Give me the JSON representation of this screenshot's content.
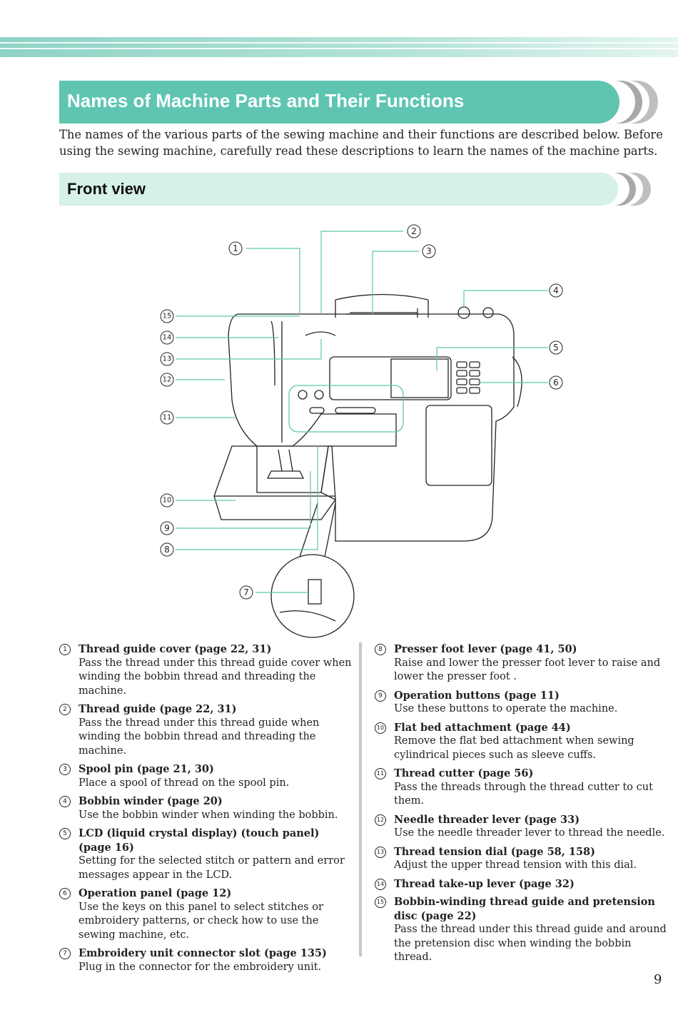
{
  "header": {
    "title": "Names of Machine Parts and Their Functions",
    "intro": "The names of the various parts of the sewing machine and their functions are described below. Before using the sewing machine, carefully read these descriptions to learn the names of the machine parts."
  },
  "section": {
    "title": "Front view"
  },
  "callouts": [
    "①",
    "②",
    "③",
    "④",
    "⑤",
    "⑥",
    "⑦",
    "⑧",
    "⑨",
    "⑩",
    "⑪",
    "⑫",
    "⑬",
    "⑭",
    "⑮"
  ],
  "parts_left": [
    {
      "num": "1",
      "title": "Thread guide cover (page 22, 31)",
      "desc": "Pass the thread under this thread guide cover when winding the bobbin thread and threading the machine."
    },
    {
      "num": "2",
      "title": "Thread guide (page 22, 31)",
      "desc": "Pass the thread under this thread guide when winding the bobbin thread and threading the machine."
    },
    {
      "num": "3",
      "title": "Spool pin (page 21, 30)",
      "desc": "Place a spool of thread on the spool pin."
    },
    {
      "num": "4",
      "title": "Bobbin winder (page 20)",
      "desc": "Use the bobbin winder when winding the bobbin."
    },
    {
      "num": "5",
      "title": "LCD (liquid crystal display) (touch panel) (page 16)",
      "desc": "Setting for the selected stitch or pattern and error messages appear in the LCD."
    },
    {
      "num": "6",
      "title": "Operation panel (page 12)",
      "desc": "Use the keys on this panel to select stitches or embroidery patterns, or check how to use the sewing machine, etc."
    },
    {
      "num": "7",
      "title": "Embroidery unit connector slot (page 135)",
      "desc": "Plug in the connector for the embroidery unit."
    }
  ],
  "parts_right": [
    {
      "num": "8",
      "title": "Presser foot lever (page 41, 50)",
      "desc": "Raise and lower the presser foot lever to raise and lower the presser foot ."
    },
    {
      "num": "9",
      "title": "Operation buttons (page 11)",
      "desc": "Use these buttons to operate the machine."
    },
    {
      "num": "10",
      "title": "Flat bed attachment (page 44)",
      "desc": "Remove the flat bed attachment when sewing cylindrical pieces such as sleeve cuffs."
    },
    {
      "num": "11",
      "title": "Thread cutter (page 56)",
      "desc": "Pass the threads through the thread cutter to cut them."
    },
    {
      "num": "12",
      "title": "Needle threader lever (page 33)",
      "desc": "Use the needle threader lever to thread the needle."
    },
    {
      "num": "13",
      "title": "Thread tension dial (page 58, 158)",
      "desc": "Adjust the upper thread tension with this dial."
    },
    {
      "num": "14",
      "title": "Thread take-up lever (page 32)",
      "desc": ""
    },
    {
      "num": "15",
      "title": "Bobbin-winding thread guide and pretension disc (page 22)",
      "desc": "Pass the thread under this thread guide and around the pretension disc when winding the bobbin thread."
    }
  ],
  "page_number": "9"
}
